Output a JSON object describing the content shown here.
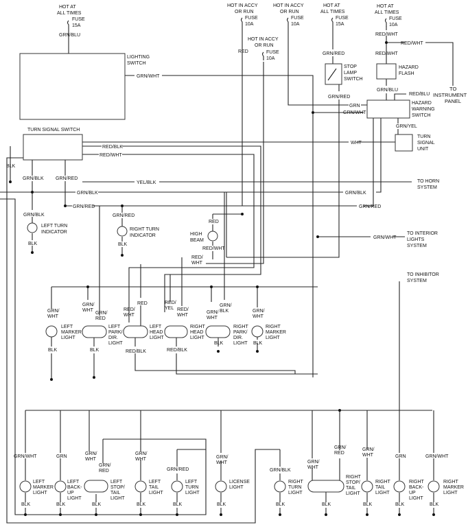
{
  "power": {
    "lighting": [
      "HOT AT",
      "ALL TIMES",
      "FUSE",
      "15A"
    ],
    "accy1": [
      "HOT IN ACCY",
      "OR RUN",
      "FUSE",
      "10A"
    ],
    "accy2": [
      "HOT IN ACCY",
      "OR RUN",
      "FUSE",
      "10A"
    ],
    "accy3": [
      "HOT IN ACCY",
      "OR RUN",
      "FUSE",
      "10A"
    ],
    "stop": [
      "HOT AT",
      "ALL TIMES",
      "FUSE",
      "15A"
    ],
    "hazard": [
      "HOT AT",
      "ALL TIMES",
      "FUSE",
      "10A"
    ]
  },
  "components": {
    "lighting_switch": [
      "LIGHTING",
      "SWITCH"
    ],
    "stop_lamp_switch": [
      "STOP",
      "LAMP",
      "SWITCH"
    ],
    "hazard_flash": [
      "HAZARD",
      "FLASH"
    ],
    "hazard_warning_switch": [
      "HAZARD",
      "WARNING",
      "SWITCH"
    ],
    "turn_signal_unit": [
      "TURN",
      "SIGNAL",
      "UNIT"
    ],
    "turn_signal_switch": [
      "TURN SIGNAL SWITCH"
    ],
    "left_turn_indicator": [
      "LEFT TURN",
      "INDICATOR"
    ],
    "right_turn_indicator": [
      "RIGHT TURN",
      "INDICATOR"
    ],
    "high_beam": [
      "HIGH",
      "BEAM"
    ]
  },
  "destinations": {
    "instrument_panel": [
      "TO",
      "INSTRUMENT",
      "PANEL"
    ],
    "horn": [
      "TO HORN",
      "SYSTEM"
    ],
    "interior": [
      "TO INTERIOR",
      "LIGHTS",
      "SYSTEM"
    ],
    "inhibitor": [
      "TO INHIBITOR",
      "SYSTEM"
    ]
  },
  "wires": {
    "grn_blu": "GRN/BLU",
    "grn_wht": "GRN/WHT",
    "red": "RED",
    "grn_red": "GRN/RED",
    "red_wht": "RED/WHT",
    "red_blu": "RED/BLU",
    "grn": "GRN",
    "grn_yel": "GRN/YEL",
    "wht": "WHT",
    "red_blk": "RED/BLK",
    "blk": "BLK",
    "yel_blk": "YEL/BLK",
    "grn_blk": "GRN/BLK",
    "grn_split": "GRN/",
    "wht_split": "WHT",
    "red_split": "RED/",
    "red2": "RED",
    "yel": "YEL",
    "blk2": "BLK"
  },
  "front_lights": {
    "left_marker": [
      "LEFT",
      "MARKER",
      "LIGHT"
    ],
    "left_park": [
      "LEFT",
      "PARK/",
      "DIR.",
      "LIGHT"
    ],
    "left_head": [
      "LEFT",
      "HEAD",
      "LIGHT"
    ],
    "right_head": [
      "RIGHT",
      "HEAD",
      "LIGHT"
    ],
    "right_park": [
      "RIGHT",
      "PARK/",
      "DIR.",
      "LIGHT"
    ],
    "right_marker": [
      "RIGHT",
      "MARKER",
      "LIGHT"
    ]
  },
  "rear_lights": {
    "left_marker": [
      "LEFT",
      "MARKER",
      "LIGHT"
    ],
    "left_backup": [
      "LEFT",
      "BACK-",
      "UP",
      "LIGHT"
    ],
    "left_stop_tail": [
      "LEFT",
      "STOP/",
      "TAIL",
      "LIGHT"
    ],
    "left_tail": [
      "LEFT",
      "TAIL",
      "LIGHT"
    ],
    "left_turn": [
      "LEFT",
      "TURN",
      "LIGHT"
    ],
    "license": [
      "LICENSE",
      "LIGHT"
    ],
    "right_turn": [
      "RIGHT",
      "TURN",
      "LIGHT"
    ],
    "right_stop_tail": [
      "RIGHT",
      "STOP/",
      "TAIL",
      "LIGHT"
    ],
    "right_tail": [
      "RIGHT",
      "TAIL",
      "LIGHT"
    ],
    "right_backup": [
      "RIGHT",
      "BACK-",
      "UP",
      "LIGHT"
    ],
    "right_marker": [
      "RIGHT",
      "MARKER",
      "LIGHT"
    ]
  }
}
